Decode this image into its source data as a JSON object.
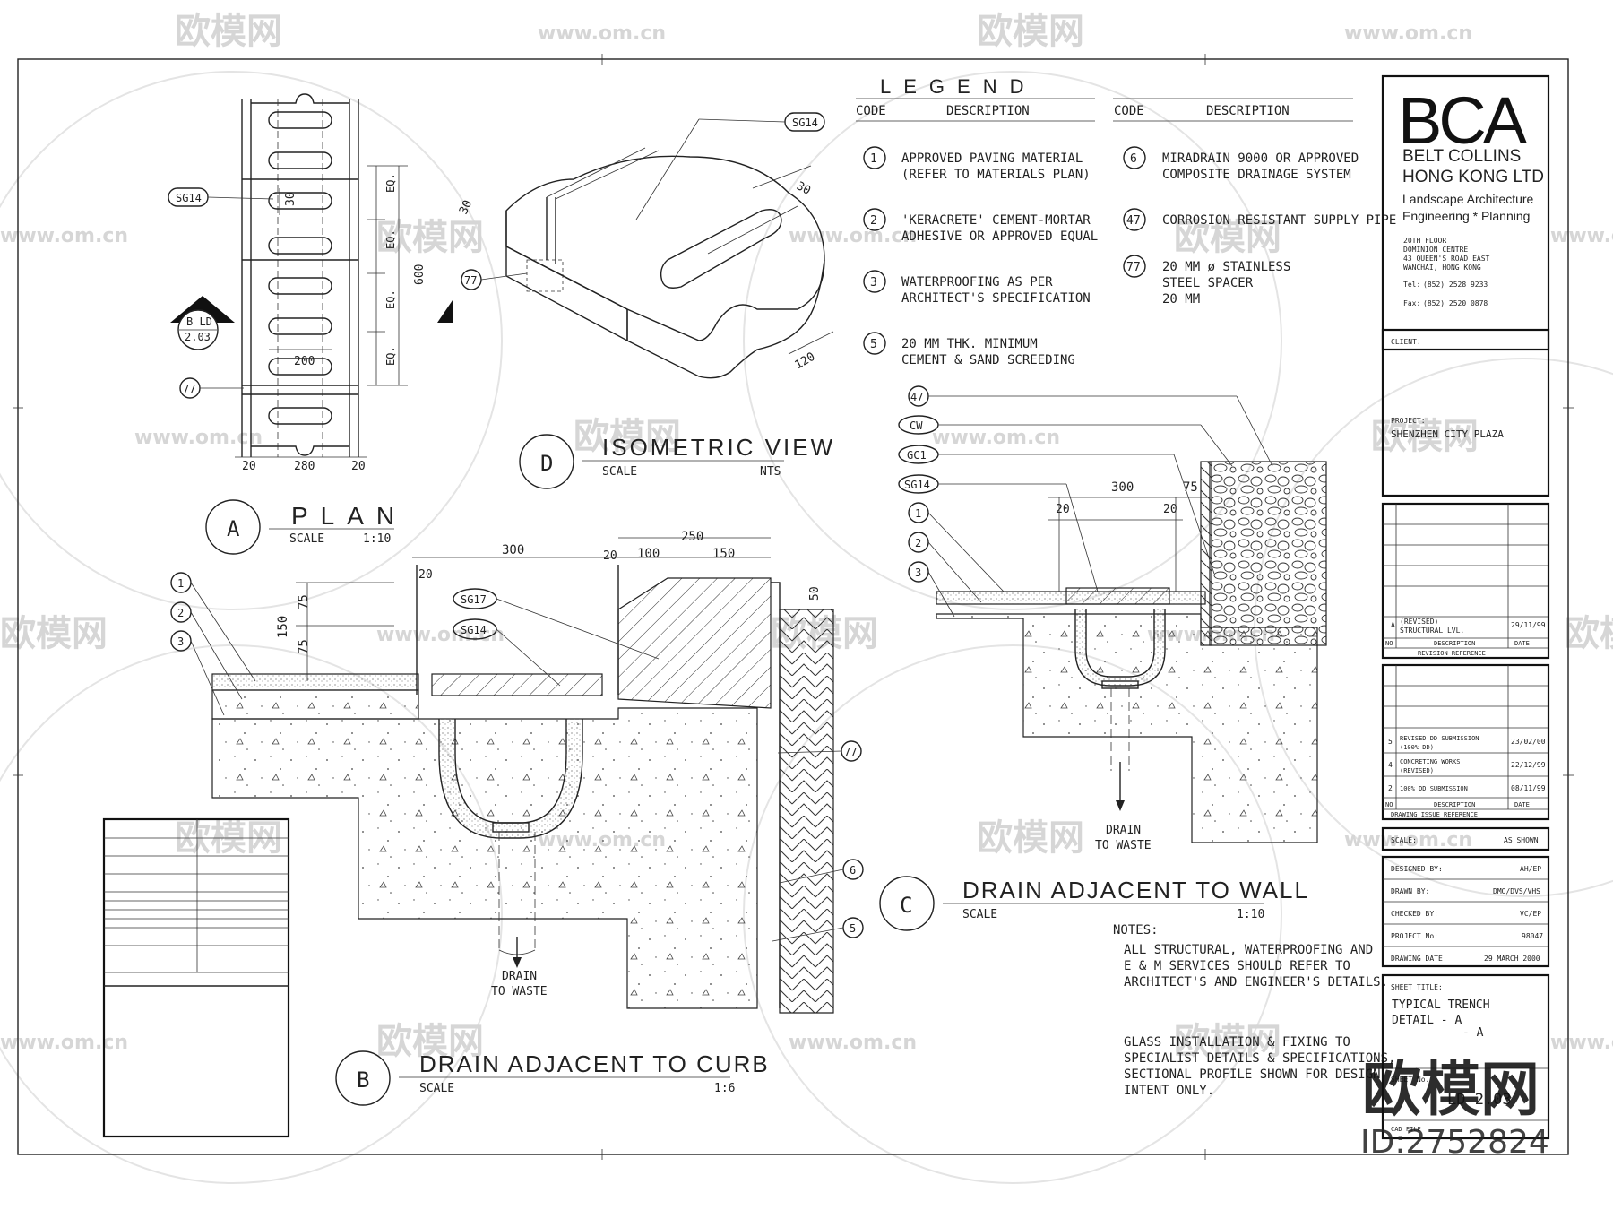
{
  "plan": {
    "title": "PLAN",
    "code": "A",
    "scale_label": "SCALE",
    "scale": "1:10",
    "tags": {
      "sg14": "SG14",
      "n77": "77"
    },
    "section_marker": {
      "top": "B LD",
      "bottom": "2.03"
    },
    "dims": {
      "d30": "30",
      "d200": "200",
      "d20a": "20",
      "d280": "280",
      "d20b": "20",
      "d600": "600",
      "eq": "EQ."
    }
  },
  "iso": {
    "title": "ISOMETRIC VIEW",
    "code": "D",
    "scale_label": "SCALE",
    "scale": "NTS",
    "tags": {
      "sg14": "SG14",
      "n77": "77"
    },
    "dims": {
      "d30a": "30",
      "d30b": "30",
      "d120": "120"
    }
  },
  "legend": {
    "title": "LEGEND",
    "col_code": "CODE",
    "col_desc": "DESCRIPTION",
    "items": [
      {
        "code": "1",
        "line1": "APPROVED PAVING MATERIAL",
        "line2": "(REFER TO MATERIALS PLAN)",
        "line3": ""
      },
      {
        "code": "2",
        "line1": "'KERACRETE' CEMENT-MORTAR",
        "line2": "ADHESIVE OR APPROVED EQUAL",
        "line3": ""
      },
      {
        "code": "3",
        "line1": "WATERPROOFING AS PER",
        "line2": "ARCHITECT'S SPECIFICATION",
        "line3": ""
      },
      {
        "code": "5",
        "line1": "20 MM THK. MINIMUM",
        "line2": "CEMENT & SAND SCREEDING",
        "line3": ""
      },
      {
        "code": "6",
        "line1": "MIRADRAIN 9000 OR APPROVED",
        "line2": "COMPOSITE DRAINAGE SYSTEM",
        "line3": ""
      },
      {
        "code": "47",
        "line1": "CORROSION RESISTANT SUPPLY PIPE",
        "line2": "",
        "line3": ""
      },
      {
        "code": "77",
        "line1": "20 MM ø STAINLESS",
        "line2": "STEEL SPACER",
        "line3": "20 MM"
      }
    ]
  },
  "detail_b": {
    "title": "DRAIN ADJACENT TO CURB",
    "code": "B",
    "scale_label": "SCALE",
    "scale": "1:6",
    "drain": {
      "l1": "DRAIN",
      "l2": "TO WASTE"
    },
    "tags": {
      "sg17": "SG17",
      "sg14": "SG14",
      "n77": "77",
      "n6": "6",
      "n5": "5",
      "n1": "1",
      "n2": "2",
      "n3": "3"
    },
    "dims": {
      "d300": "300",
      "d20a": "20",
      "d20b": "20",
      "d100": "100",
      "d150a": "150",
      "d250": "250",
      "d150b": "150",
      "d75a": "75",
      "d75b": "75",
      "d50": "50"
    }
  },
  "detail_c": {
    "title": "DRAIN ADJACENT TO WALL",
    "code": "C",
    "scale_label": "SCALE",
    "scale": "1:10",
    "drain": {
      "l1": "DRAIN",
      "l2": "TO WASTE"
    },
    "tags": {
      "n47": "47",
      "cw": "CW",
      "gc1": "GC1",
      "sg14": "SG14",
      "n1": "1",
      "n2": "2",
      "n3": "3"
    },
    "dims": {
      "d300": "300",
      "d75": "75",
      "d20a": "20",
      "d20b": "20"
    }
  },
  "notes": {
    "title": "NOTES:",
    "p1": [
      "ALL STRUCTURAL, WATERPROOFING AND",
      "E & M SERVICES SHOULD REFER TO",
      "ARCHITECT'S AND ENGINEER'S DETAILS."
    ],
    "p2": [
      "GLASS INSTALLATION & FIXING TO",
      "SPECIALIST DETAILS & SPECIFICATIONS,",
      "SECTIONAL PROFILE SHOWN FOR DESIGN",
      "INTENT ONLY."
    ]
  },
  "titleblock": {
    "logo": "BCA",
    "company1": "BELT COLLINS",
    "company2": "HONG KONG LTD",
    "disc1": "Landscape Architecture",
    "disc2": "Engineering * Planning",
    "addr": [
      "20TH FLOOR",
      "DOMINION CENTRE",
      "43 QUEEN'S ROAD EAST",
      "WANCHAI, HONG KONG"
    ],
    "tel_label": "Tel:",
    "tel": "(852) 2528 9233",
    "fax_label": "Fax:",
    "fax": "(852) 2520 0878",
    "client_label": "CLIENT:",
    "project_label": "PROJECT:",
    "project": "SHENZHEN CITY PLAZA",
    "rev": {
      "code": "A",
      "desc1": "(REVISED)",
      "desc2": "STRUCTURAL LVL.",
      "date": "29/11/99",
      "h_no": "NO",
      "h_desc": "DESCRIPTION",
      "h_date": "DATE",
      "caption": "REVISION REFERENCE"
    },
    "issues": [
      {
        "no": "5",
        "d1": "REVISED DD SUBMISSION",
        "d2": "(100% DD)",
        "date": "23/02/00"
      },
      {
        "no": "4",
        "d1": "CONCRETING WORKS",
        "d2": "(REVISED)",
        "date": "22/12/99"
      },
      {
        "no": "2",
        "d1": "100% DD SUBMISSION",
        "d2": "",
        "date": "08/11/99"
      }
    ],
    "issue_head": {
      "no": "NO",
      "desc": "DESCRIPTION",
      "date": "DATE",
      "caption": "DRAWING ISSUE REFERENCE"
    },
    "scale_label": "SCALE:",
    "scale": "AS SHOWN",
    "designed_label": "DESIGNED BY:",
    "designed": "AH/EP",
    "drawn_label": "DRAWN BY:",
    "drawn": "DMO/DVS/VHS",
    "checked_label": "CHECKED BY:",
    "checked": "VC/EP",
    "projno_label": "PROJECT No:",
    "projno": "98047",
    "date_label": "DRAWING DATE",
    "date": "29 MARCH 2000",
    "sheet_label": "SHEET TITLE:",
    "sheet1": "TYPICAL TRENCH",
    "sheet2": "DETAIL - A",
    "sheet3": "- A",
    "sheetno_label": "SHEET No.",
    "sheetno": "LD 2.03",
    "cad_label": "CAD FILE"
  },
  "watermark": {
    "site": "www.om.cn",
    "brand": "欧模网",
    "id": "ID:2752824"
  }
}
